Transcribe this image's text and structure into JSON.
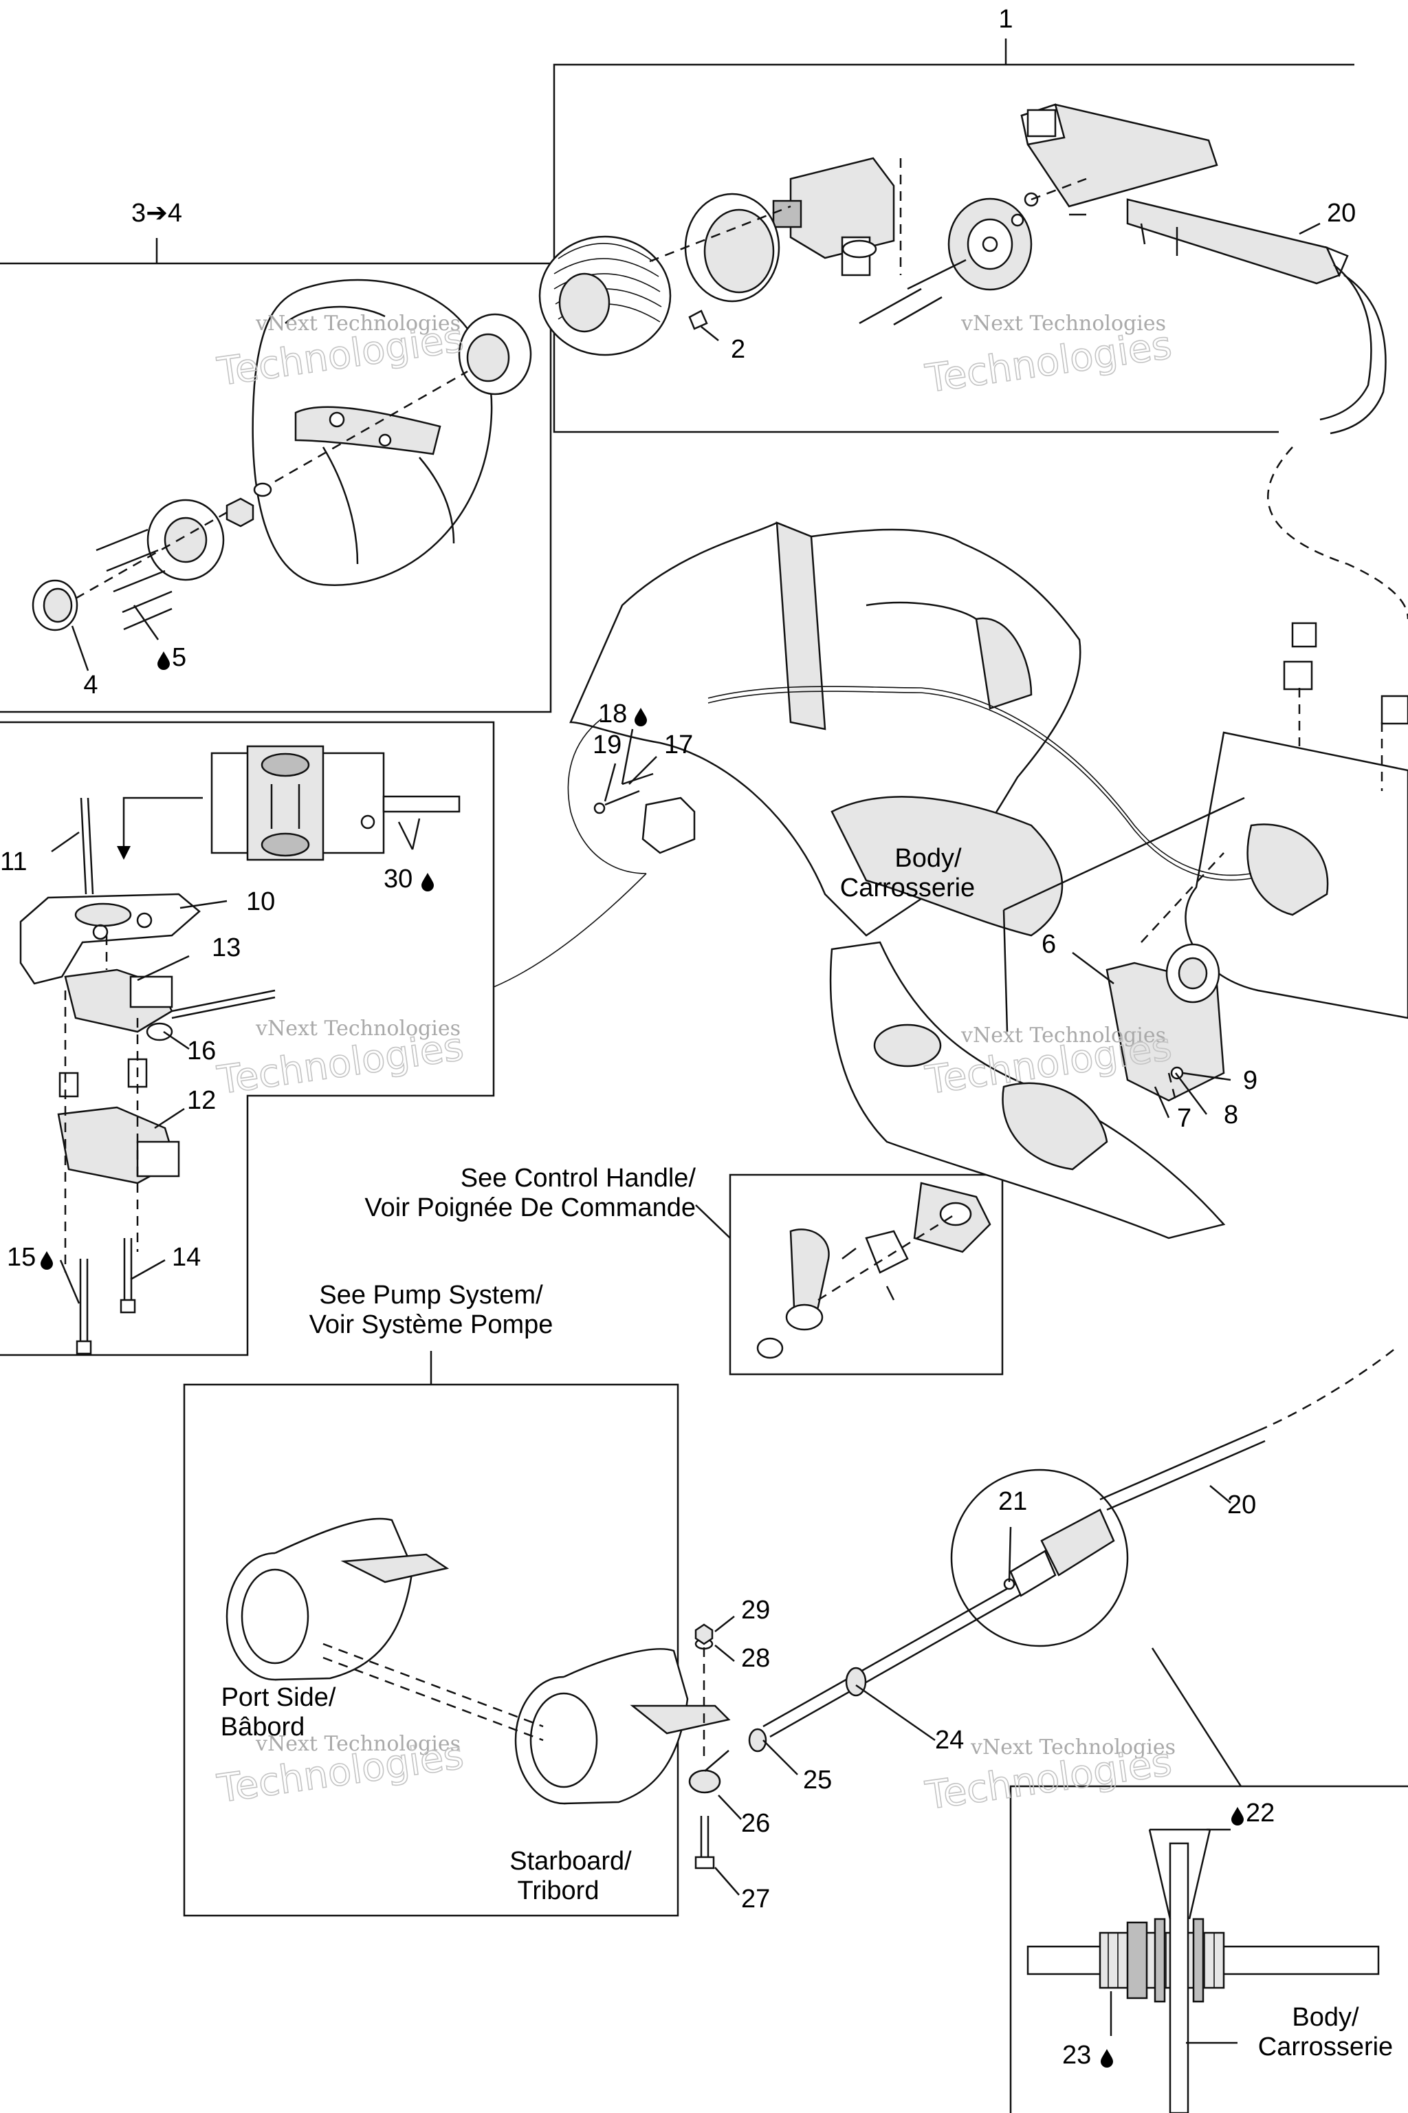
{
  "callouts": {
    "c1": "1",
    "c2": "2",
    "c3to4": "3➔4",
    "c4": "4",
    "c5": "5",
    "c6": "6",
    "c7": "7",
    "c8": "8",
    "c9": "9",
    "c10": "10",
    "c11": "11",
    "c12": "12",
    "c13": "13",
    "c14": "14",
    "c15": "15",
    "c16": "16",
    "c17": "17",
    "c18": "18",
    "c19": "19",
    "c20a": "20",
    "c20b": "20",
    "c21": "21",
    "c22": "22",
    "c23": "23",
    "c24": "24",
    "c25": "25",
    "c26": "26",
    "c27": "27",
    "c28": "28",
    "c29": "29",
    "c30": "30"
  },
  "notes": {
    "body_line1": "Body/",
    "body_line2": "Carrosserie",
    "control_line1": "See Control Handle/",
    "control_line2": "Voir Poignée De Commande",
    "pump_line1": "See Pump System/",
    "pump_line2": "Voir Système Pompe",
    "port_line1": "Port Side/",
    "port_line2": "Bâbord",
    "starboard_line1": "Starboard/",
    "starboard_line2": "Tribord",
    "body2_line1": "Body/",
    "body2_line2": "Carrosserie"
  },
  "watermark": {
    "line1": "vNext Technologies",
    "line2": "Technologies"
  },
  "icons": {
    "drop": "drop-icon",
    "arrow": "arrow-right-icon"
  }
}
